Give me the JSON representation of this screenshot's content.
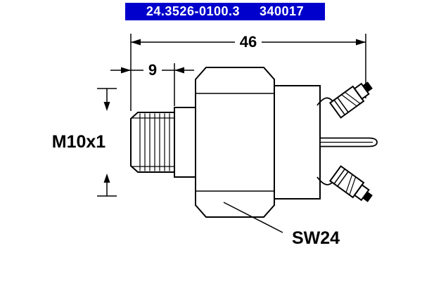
{
  "header": {
    "part_number": "24.3526-0100.3",
    "ref_number": "340017"
  },
  "labels": {
    "overall_length": "46",
    "thread_length": "9",
    "thread_spec": "M10x1",
    "wrench_size": "SW24"
  },
  "colors": {
    "header_bg": "#0000cc",
    "header_text": "#ffffff",
    "line": "#000000",
    "background": "#ffffff"
  }
}
